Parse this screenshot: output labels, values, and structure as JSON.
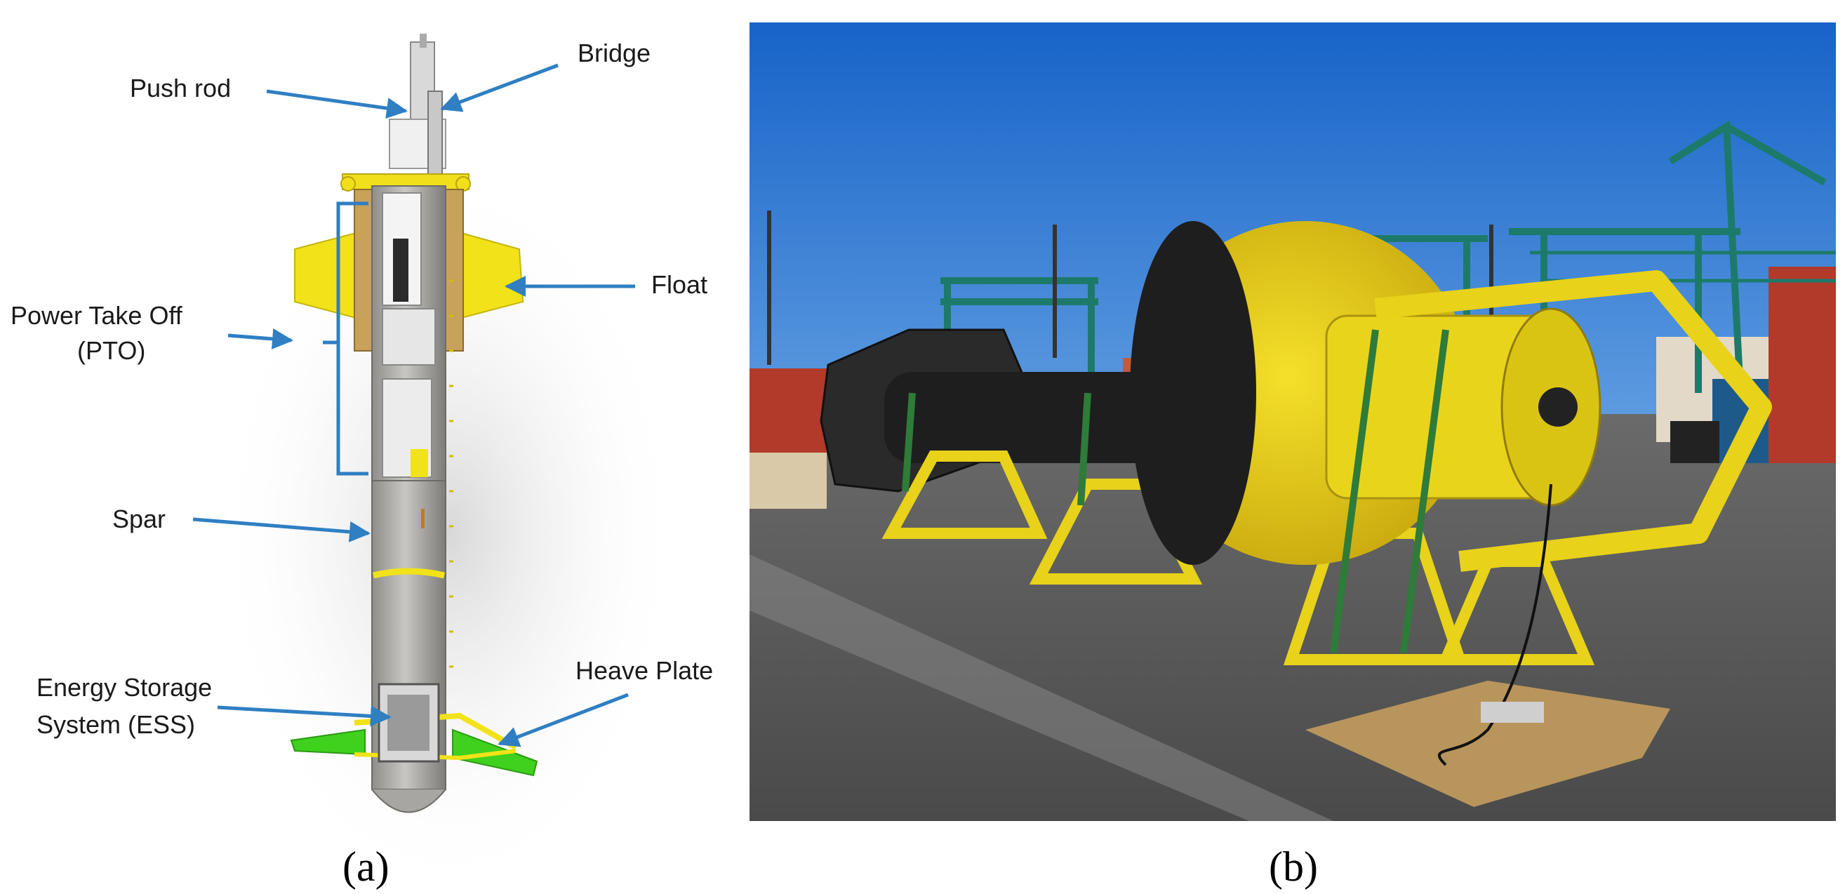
{
  "panel_a": {
    "labels": {
      "push_rod": "Push rod",
      "bridge": "Bridge",
      "float": "Float",
      "pto_line1": "Power Take Off",
      "pto_line2": "(PTO)",
      "spar": "Spar",
      "ess_line1": "Energy Storage",
      "ess_line2": "System (ESS)",
      "heave_plate": "Heave Plate"
    },
    "caption": "(a)"
  },
  "panel_b": {
    "caption": "(b)"
  },
  "colors": {
    "arrow": "#2f7fc2",
    "float_yellow": "#f2e21a",
    "heave_plate_green": "#3fd11e",
    "spar_grey": "#a8a6a2",
    "sky_blue": "#1f6fd0",
    "buoy_yellow": "#ead31c",
    "crane_green": "#1d7a6a",
    "asphalt": "#5a5a5a"
  }
}
